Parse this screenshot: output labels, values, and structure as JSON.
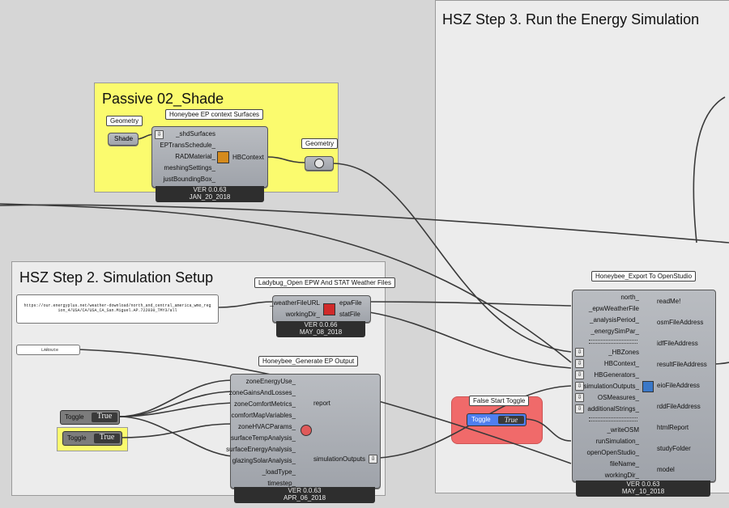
{
  "groups": {
    "step3": {
      "title": "HSZ Step 3. Run the Energy Simulation"
    },
    "passive": {
      "title": "Passive 02_Shade"
    },
    "step2": {
      "title": "HSZ Step 2. Simulation Setup"
    }
  },
  "geometry_param_1": {
    "caption": "Geometry",
    "label": "Shade"
  },
  "geometry_param_2": {
    "caption": "Geometry"
  },
  "ep_context": {
    "caption": "Honeybee EP context Surfaces",
    "inputs": [
      "_shdSurfaces",
      "EPTransSchedule_",
      "RADMaterial_",
      "meshingSettings_",
      "justBoundingBox_"
    ],
    "output": "HBContext",
    "version": "VER 0.0.63",
    "date": "JAN_20_2018"
  },
  "weather": {
    "caption": "Ladybug_Open EPW And STAT Weather Files",
    "inputs": [
      "_weatherFileURL",
      "workingDir_"
    ],
    "outputs": [
      "epwFile",
      "statFile"
    ],
    "version": "VER 0.0.66",
    "date": "MAY_08_2018"
  },
  "url_panel": {
    "text": "https://our.energyplus.net/weather-download/north_and_central_america_wmo_region_4/USA/CA/USA_CA_San.Miguel.AP.722030_TMY3/all"
  },
  "small_panel": {
    "text": "LARoute"
  },
  "ep_output": {
    "caption": "Honeybee_Generate EP Output",
    "inputs": [
      "zoneEnergyUse_",
      "zoneGainsAndLosses_",
      "zoneComfortMetrics_",
      "comfortMapVariables_",
      "zoneHVACParams_",
      "surfaceTempAnalysis_",
      "surfaceEnergyAnalysis_",
      "glazingSolarAnalysis_",
      "_loadType_",
      "timestep_"
    ],
    "outputs": [
      "report",
      "simulationOutputs"
    ],
    "version": "VER 0.0.63",
    "date": "APR_06_2018"
  },
  "toggles": [
    {
      "label": "Toggle",
      "value": "True"
    },
    {
      "label": "Toggle",
      "value": "True"
    }
  ],
  "false_toggle": {
    "caption": "False Start Toggle",
    "label": "Toggle",
    "value": "True"
  },
  "export": {
    "caption": "Honeybee_Export To OpenStudio",
    "inputs": [
      "north_",
      "_epwWeatherFile",
      "_analysisPeriod_",
      "_energySimPar_",
      "_HBZones",
      "HBContext_",
      "HBGenerators_",
      "simulationOutputs_",
      "OSMeasures_",
      "additionalStrings_",
      "_writeOSM",
      "runSimulation_",
      "openOpenStudio_",
      "fileName_",
      "workingDir_"
    ],
    "outputs": [
      "readMe!",
      "osmFileAddress",
      "idfFileAddress",
      "resultFileAddress",
      "eioFileAddress",
      "rddFileAddress",
      "htmlReport",
      "studyFolder",
      "model"
    ],
    "version": "VER 0.0.63",
    "date": "MAY_10_2018"
  },
  "colors": {
    "canvas": "#d6d6d6",
    "group_yellow": "#fbfb6e",
    "group_gray": "#ececec",
    "group_red": "#f06a6a",
    "wire": "#3a3a3a"
  }
}
